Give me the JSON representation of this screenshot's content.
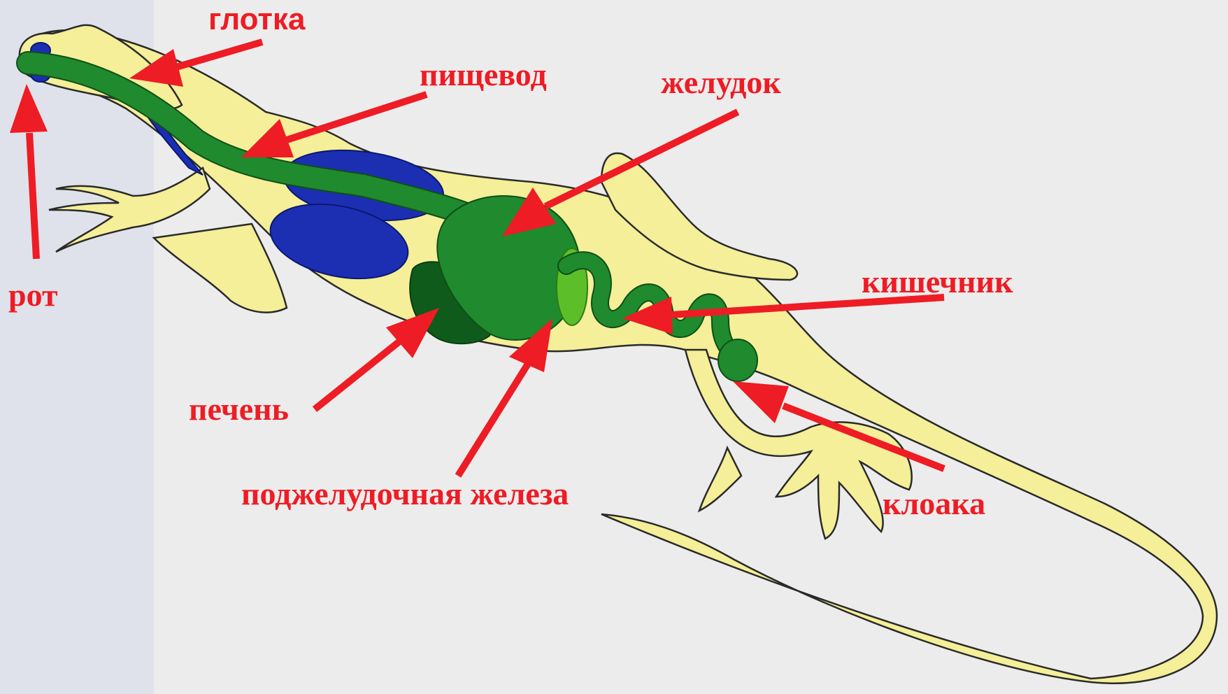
{
  "labels": {
    "glotka": "глотка",
    "pishchevod": "пищевод",
    "zheludok": "желудок",
    "rot": "рот",
    "kishechnik": "кишечник",
    "pechen": "печень",
    "podzheludochnaya": "поджелудочная железа",
    "kloaka": "клоака"
  },
  "colors": {
    "label": "#ee1c24",
    "body": "#f4ef98",
    "digestive_tract": "#1f8a2e",
    "liver": "#0e5b1c",
    "pancreas": "#5cbf2a",
    "lungs": "#1c2fb3",
    "background": "#ececec"
  }
}
